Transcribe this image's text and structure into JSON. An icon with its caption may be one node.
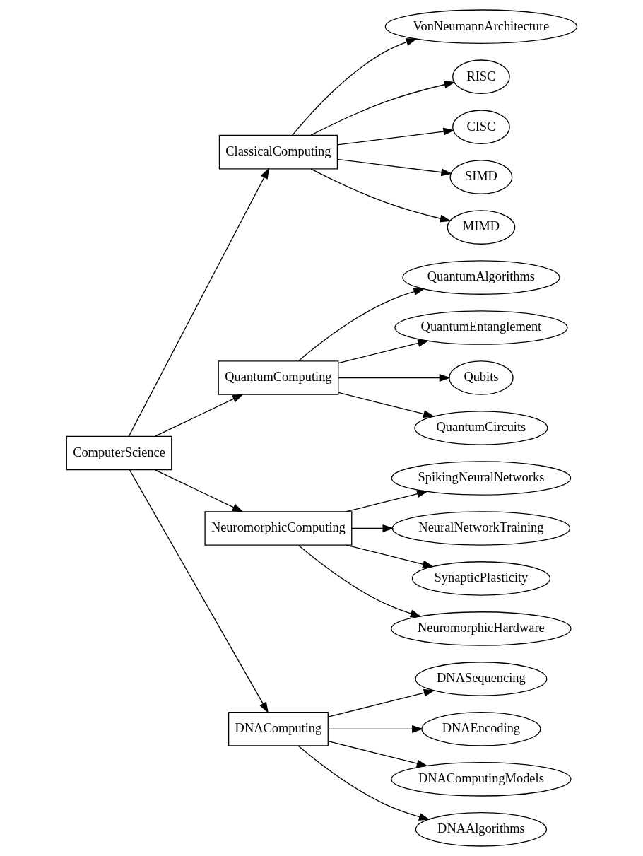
{
  "diagram": {
    "nodes": [
      {
        "text": [
          "ComputerScience"
        ]
      },
      {
        "text": [
          "ClassicalComputing"
        ]
      },
      {
        "text": [
          "VonNeumannArchitecture"
        ]
      },
      {
        "text": [
          "RISC"
        ]
      },
      {
        "text": [
          "CISC"
        ]
      },
      {
        "text": [
          "SIMD"
        ]
      },
      {
        "text": [
          "MIMD"
        ]
      },
      {
        "text": [
          "QuantumComputing"
        ]
      },
      {
        "text": [
          "QuantumAlgorithms"
        ]
      },
      {
        "text": [
          "QuantumEntanglement"
        ]
      },
      {
        "text": [
          "Qubits"
        ]
      },
      {
        "text": [
          "QuantumCircuits"
        ]
      },
      {
        "text": [
          "NeuromorphicComputing"
        ]
      },
      {
        "text": [
          "SpikingNeuralNetworks"
        ]
      },
      {
        "text": [
          "NeuralNetworkTraining"
        ]
      },
      {
        "text": [
          "SynapticPlasticity"
        ]
      },
      {
        "text": [
          "NeuromorphicHardware"
        ]
      },
      {
        "text": [
          "DNAComputing"
        ]
      },
      {
        "text": [
          "DNASequencing"
        ]
      },
      {
        "text": [
          "DNAEncoding"
        ]
      },
      {
        "text": [
          "DNAComputingModels"
        ]
      },
      {
        "text": [
          "DNAAlgorithms"
        ]
      }
    ],
    "edges": [
      {
        "from": 0,
        "to": 1,
        "arrow": "to"
      },
      {
        "from": 0,
        "to": 7,
        "arrow": "to"
      },
      {
        "from": 0,
        "to": 12,
        "arrow": "to"
      },
      {
        "from": 0,
        "to": 17,
        "arrow": "to"
      },
      {
        "from": 1,
        "to": 2,
        "arrow": "to"
      },
      {
        "from": 1,
        "to": 3,
        "arrow": "to"
      },
      {
        "from": 1,
        "to": 4,
        "arrow": "to"
      },
      {
        "from": 1,
        "to": 5,
        "arrow": "to"
      },
      {
        "from": 1,
        "to": 6,
        "arrow": "to"
      },
      {
        "from": 7,
        "to": 8,
        "arrow": "to"
      },
      {
        "from": 7,
        "to": 9,
        "arrow": "to"
      },
      {
        "from": 7,
        "to": 10,
        "arrow": "to"
      },
      {
        "from": 7,
        "to": 11,
        "arrow": "to"
      },
      {
        "from": 12,
        "to": 13,
        "arrow": "to"
      },
      {
        "from": 12,
        "to": 14,
        "arrow": "to"
      },
      {
        "from": 12,
        "to": 15,
        "arrow": "to"
      },
      {
        "from": 12,
        "to": 16,
        "arrow": "to"
      },
      {
        "from": 17,
        "to": 18,
        "arrow": "to"
      },
      {
        "from": 17,
        "to": 19,
        "arrow": "to"
      },
      {
        "from": 17,
        "to": 20,
        "arrow": "to"
      },
      {
        "from": 17,
        "to": 21,
        "arrow": "to"
      }
    ]
  }
}
